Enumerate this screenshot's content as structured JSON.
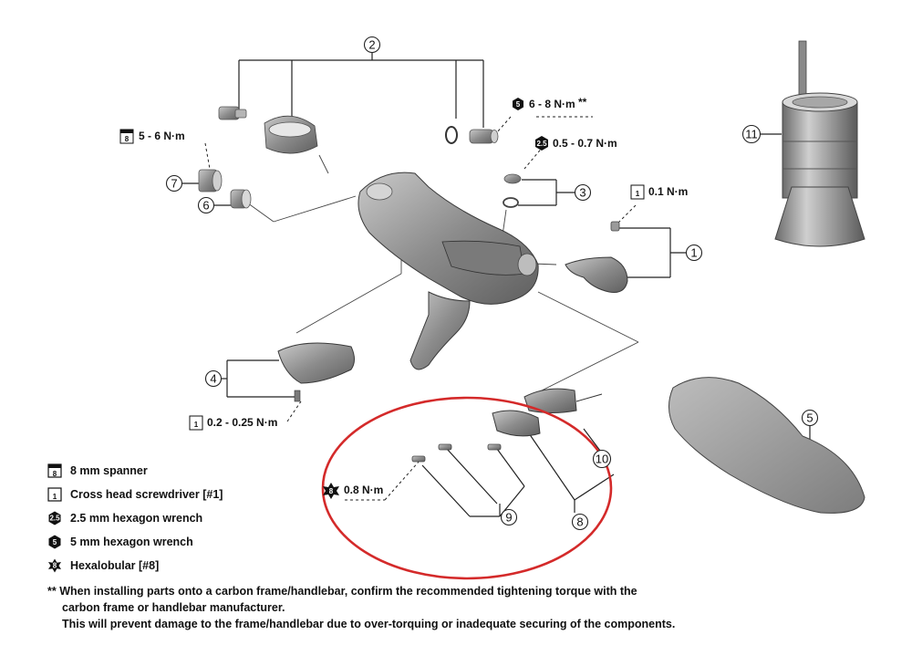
{
  "callouts": {
    "c1": "1",
    "c2": "2",
    "c3": "3",
    "c4": "4",
    "c5": "5",
    "c6": "6",
    "c7": "7",
    "c8": "8",
    "c9": "9",
    "c10": "10",
    "c11": "11"
  },
  "torques": {
    "t_6_8": "6 - 8 N·m",
    "t_6_8_mark": "**",
    "t_05_07": "0.5 - 0.7 N·m",
    "t_5_6": "5 - 6 N·m",
    "t_01": "0.1 N·m",
    "t_02_025": "0.2 - 0.25 N·m",
    "t_08": "0.8 N·m"
  },
  "tool_glyphs": {
    "spanner": "8",
    "screwdriver": "1",
    "hex25": "2.5",
    "hex5": "5",
    "hexalobular": "8"
  },
  "legend": [
    {
      "icon": "spanner-icon",
      "label": "8 mm spanner"
    },
    {
      "icon": "screwdriver-icon",
      "label": "Cross head screwdriver [#1]"
    },
    {
      "icon": "hex-wrench-2-5-icon",
      "label": "2.5 mm hexagon wrench"
    },
    {
      "icon": "hex-wrench-5-icon",
      "label": "5 mm hexagon wrench"
    },
    {
      "icon": "hexalobular-icon",
      "label": "Hexalobular [#8]"
    }
  ],
  "note": {
    "line1": "** When installing parts onto a carbon frame/handlebar, confirm the recommended tightening torque with the",
    "line2": "carbon frame or handlebar manufacturer.",
    "line3": "This will prevent damage to the frame/handlebar due to over-torquing or inadequate securing of the components."
  },
  "colors": {
    "highlight": "#d42a2a",
    "part_fill": "#9a9a9a",
    "line": "#222222"
  }
}
